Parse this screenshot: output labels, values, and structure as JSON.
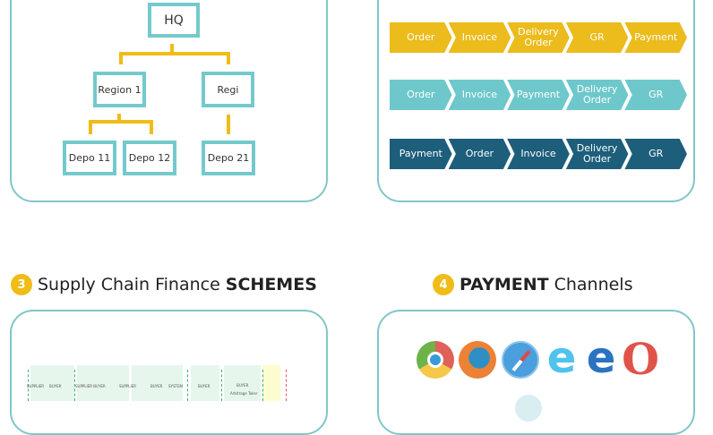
{
  "org_chart": {
    "hq": "HQ",
    "region1": "Region 1",
    "region2": "Regi",
    "depo11": "Depo 11",
    "depo12": "Depo 12",
    "depo21": "Depo 21"
  },
  "flows": [
    {
      "color": "#ecbb1c",
      "steps": [
        "Order",
        "Invoice",
        "Delivery Order",
        "GR",
        "Payment"
      ]
    },
    {
      "color": "#6ec8cb",
      "steps": [
        "Order",
        "Invoice",
        "Payment",
        "Delivery Order",
        "GR"
      ]
    },
    {
      "color": "#1d5e7b",
      "steps": [
        "Payment",
        "Order",
        "Invoice",
        "Delivery Order",
        "GR"
      ]
    }
  ],
  "section3": {
    "number": "3",
    "title_plain": "Supply Chain Finance",
    "title_bold": "SCHEMES"
  },
  "section4": {
    "number": "4",
    "title_bold": "PAYMENT",
    "title_plain": "Channels"
  },
  "schemes_labels": [
    "SUPPLIER",
    "BUYER",
    "SUPPLIER BUYER",
    "SUPPLIER",
    "BUYER",
    "SYSTEM",
    "BUYER",
    "BUYER",
    "Arbitrage Taker"
  ],
  "browsers": [
    "chrome-icon",
    "firefox-icon",
    "safari-icon",
    "internet-explorer-icon",
    "edge-icon",
    "opera-icon"
  ]
}
